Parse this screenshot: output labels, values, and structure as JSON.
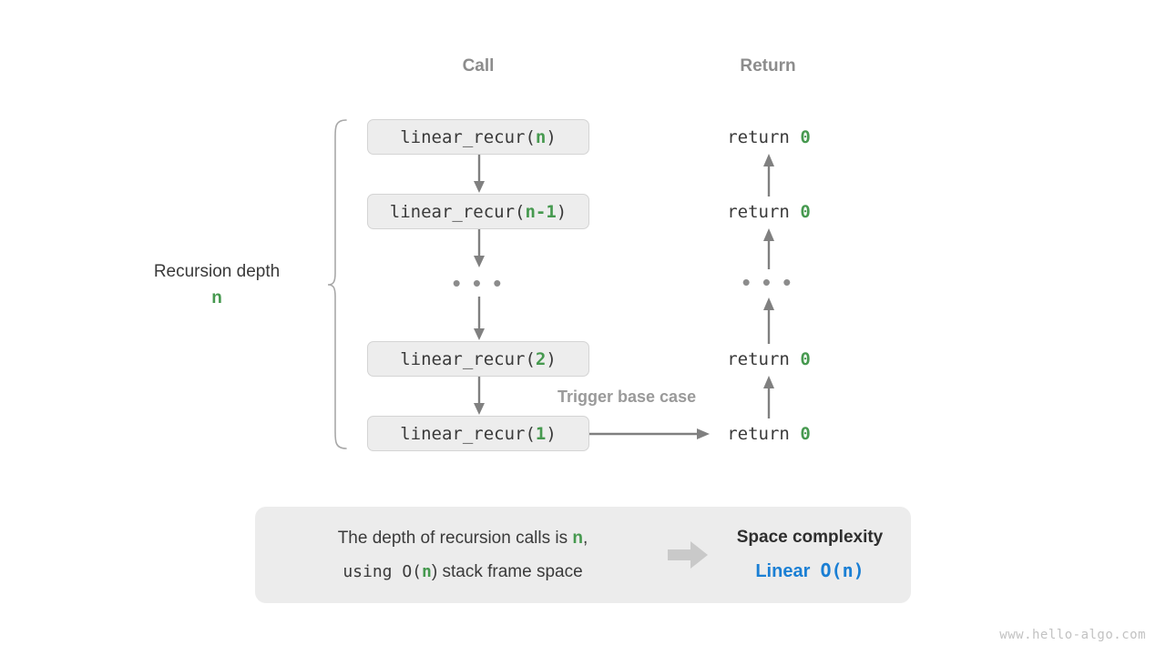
{
  "diagram": {
    "columns": {
      "call_header": "Call",
      "return_header": "Return"
    },
    "depth_bracket": {
      "label": "Recursion depth",
      "value": "n"
    },
    "call_stack": [
      {
        "prefix": "linear_recur(",
        "arg": "n",
        "suffix": ")",
        "return_label": "return ",
        "return_value": "0"
      },
      {
        "prefix": "linear_recur(",
        "arg": "n-1",
        "suffix": ")",
        "return_label": "return ",
        "return_value": "0"
      },
      {
        "prefix": "linear_recur(",
        "arg": "2",
        "suffix": ")",
        "return_label": "return ",
        "return_value": "0"
      },
      {
        "prefix": "linear_recur(",
        "arg": "1",
        "suffix": ")",
        "return_label": "return ",
        "return_value": "0"
      }
    ],
    "ellipsis": "• • •",
    "base_case_note": "Trigger base case",
    "summary": {
      "line1_a": "The depth of recursion calls is ",
      "line1_n": "n",
      "line1_b": ",",
      "line2_a": "using O(",
      "line2_n": "n",
      "line2_b": ") stack frame space",
      "complexity_title": "Space complexity",
      "complexity_kind": "Linear",
      "complexity_value": "O(n)"
    },
    "watermark": "www.hello-algo.com",
    "colors": {
      "accent_green": "#46994f",
      "accent_blue": "#1a7fd4",
      "box_fill": "#ededed",
      "box_border": "#d4d4d4",
      "arrow_gray": "#808080",
      "muted_gray": "#8c8c8c",
      "panel_fill": "#ececec"
    }
  }
}
